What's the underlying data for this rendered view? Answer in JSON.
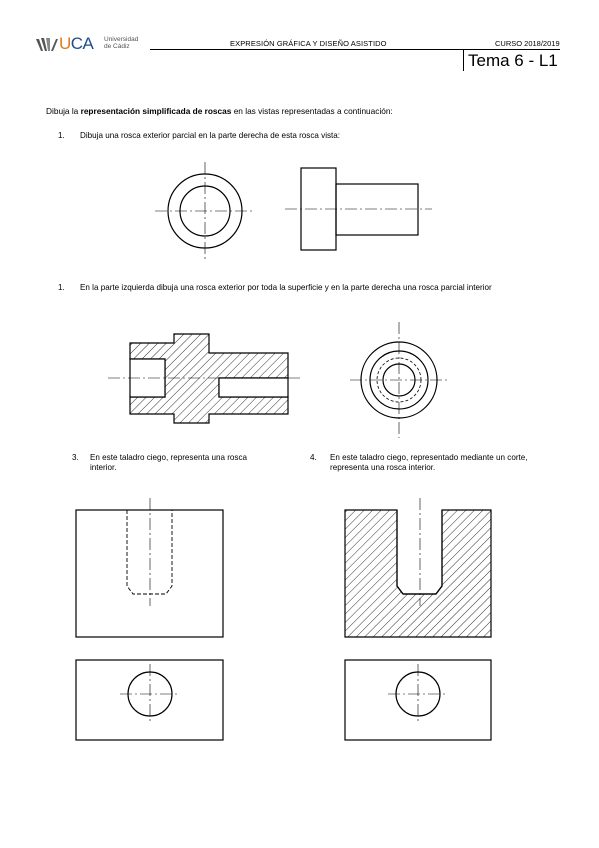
{
  "header": {
    "logo_letters": "UCA",
    "logo_line1": "Universidad",
    "logo_line2": "de Cádiz",
    "title": "EXPRESIÓN GRÁFICA Y DISEÑO ASISTIDO",
    "course": "CURSO 2018/2019",
    "lesson": "Tema 6 - L1"
  },
  "intro": {
    "before": "Dibuja la ",
    "bold": "representación simplificada de roscas",
    "after": " en las vistas representadas a continuación:"
  },
  "questions": [
    {
      "number": "1.",
      "text": "Dibuja una rosca exterior parcial en la parte derecha de esta rosca vista:"
    },
    {
      "number": "1.",
      "text": "En la parte izquierda dibuja una rosca exterior por toda la superficie y en la parte derecha una rosca parcial interior"
    },
    {
      "number": "3.",
      "text": "En este taladro ciego, representa una rosca interior."
    },
    {
      "number": "4.",
      "text": "En este taladro ciego, representado mediante un corte, representa una rosca interior."
    }
  ],
  "colors": {
    "logo_orange": "#e07b1a",
    "logo_blue": "#1f4e8c",
    "ink": "#000000"
  }
}
